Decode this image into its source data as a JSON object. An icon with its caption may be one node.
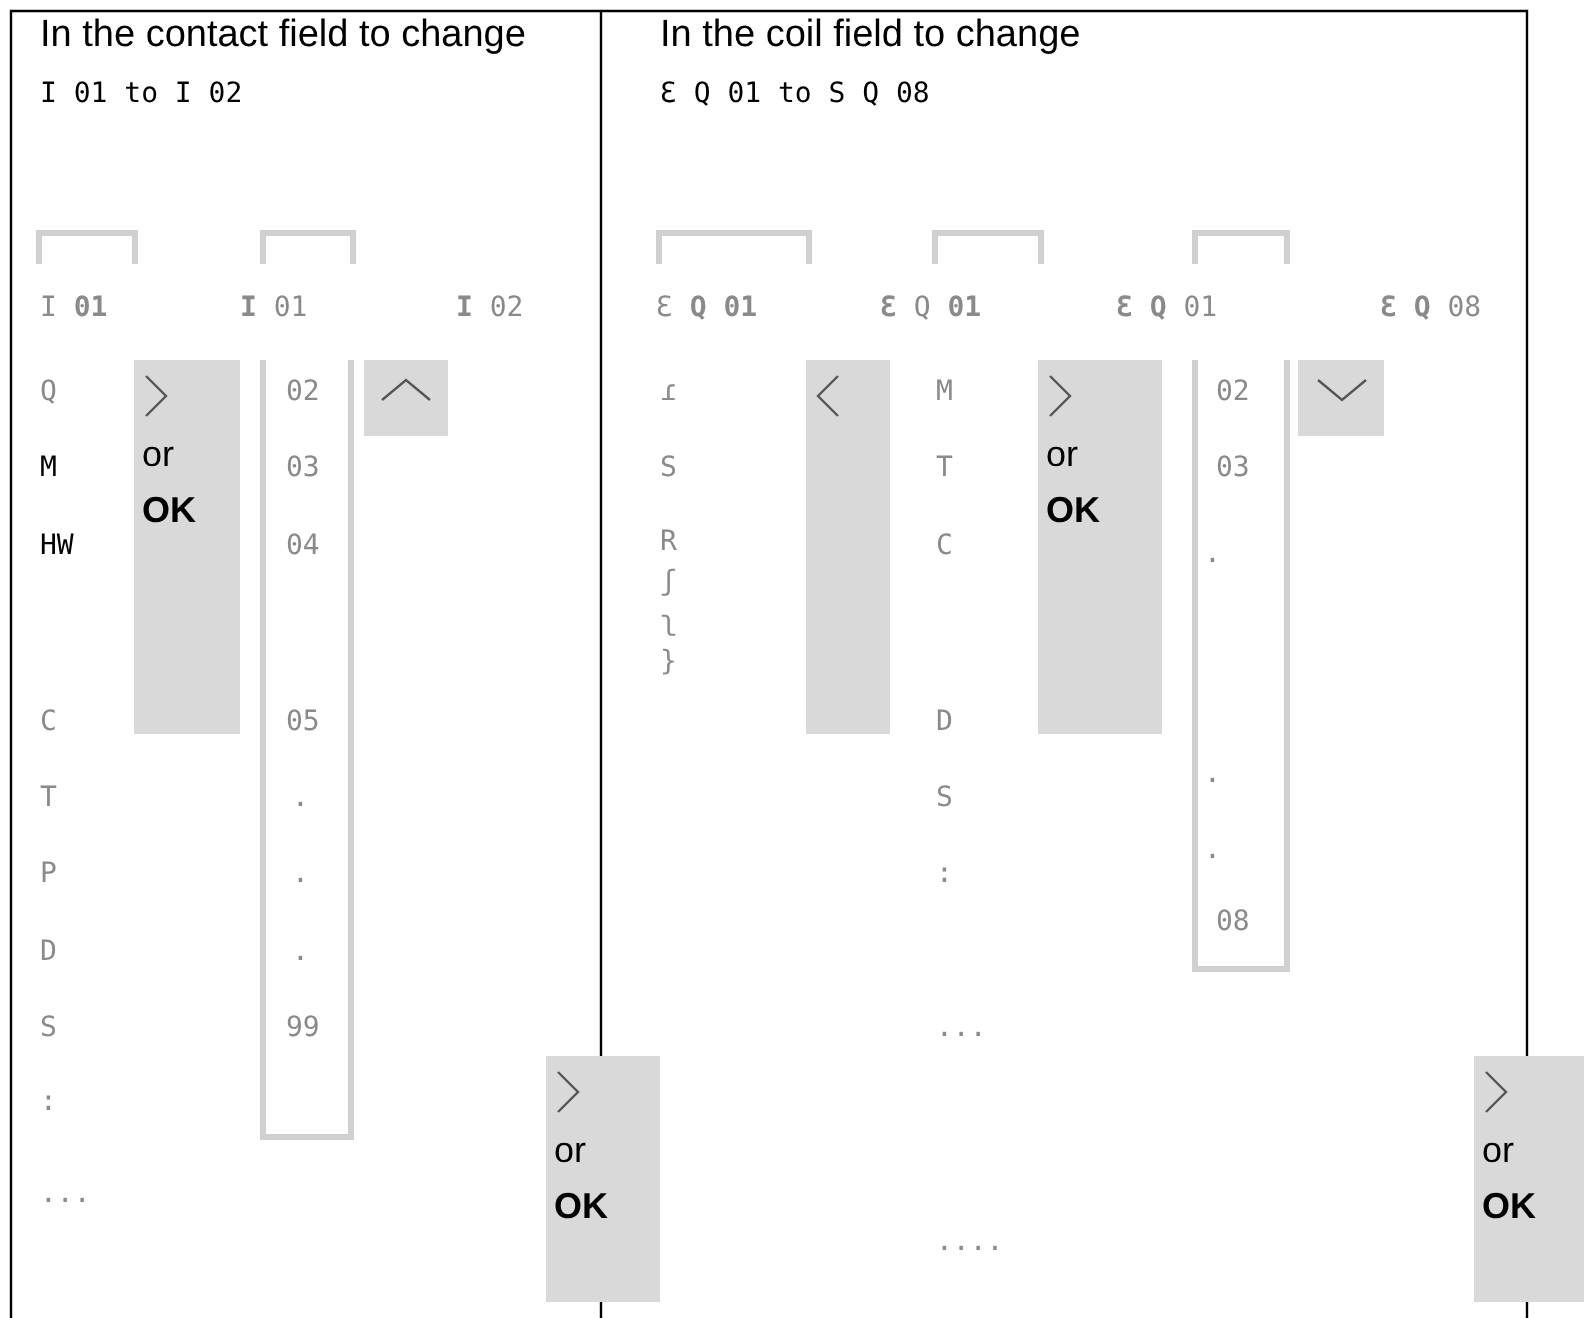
{
  "diagram": {
    "nodes": [
      {
        "text": [
          "or",
          "OK"
        ]
      },
      {
        "text": [],
        "shape": "box"
      },
      {
        "text": [
          "or",
          "OK"
        ]
      },
      {
        "text": [],
        "shape": "box"
      },
      {
        "text": [
          "or",
          "OK"
        ]
      },
      {
        "text": [],
        "shape": "box"
      },
      {
        "text": [
          "or",
          "OK"
        ]
      }
    ],
    "edges": [],
    "labels": [
      "In the contact field to change",
      "I 01 to I 02",
      "I **01**",
      "**I** 01",
      "**I** 02",
      "Q",
      "02",
      "M",
      "03",
      "HW",
      "04",
      "C",
      "05",
      "T",
      ".",
      "P",
      ".",
      "D",
      ".",
      "S",
      "99",
      ":",
      "...",
      "In the coil field to change",
      "Ɛ Q 01 to S Q 08",
      "Ɛ **Q 01**",
      "**Ɛ** Q **01**",
      "**Ɛ Q** 01",
      "**Ɛ Q** 08",
      "ɾ",
      "M",
      "02",
      "S",
      "T",
      "03",
      "R",
      "C",
      ".",
      "ʃ",
      "ʅ",
      "}",
      "D",
      ".",
      "S",
      ".",
      ":",
      "08",
      "...",
      "...."
    ]
  }
}
